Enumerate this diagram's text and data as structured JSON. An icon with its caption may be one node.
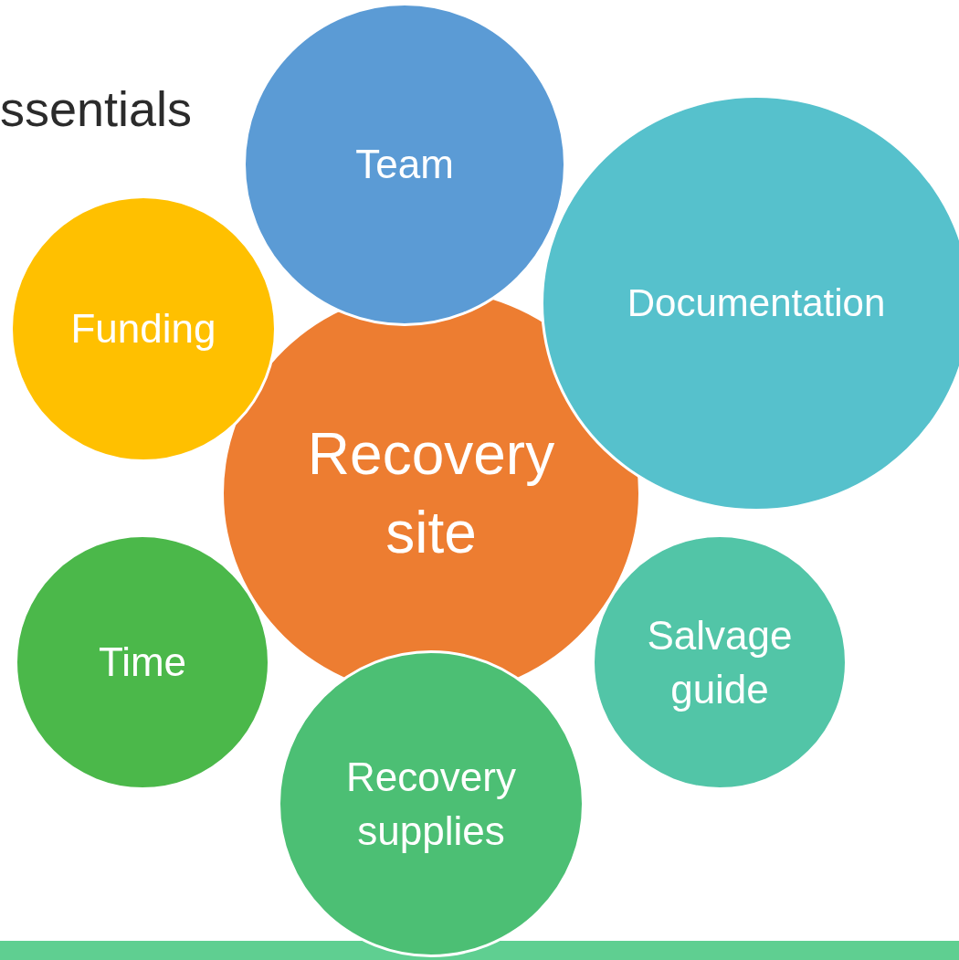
{
  "diagram": {
    "nodes": [
      {
        "text": [
          "Team"
        ]
      },
      {
        "text": [
          "Documentation"
        ]
      },
      {
        "text": [
          "Funding"
        ]
      },
      {
        "text": [
          "Recovery site"
        ]
      },
      {
        "text": [
          "Salvage guide"
        ]
      },
      {
        "text": [
          "Time"
        ]
      },
      {
        "text": [
          "Recovery supplies"
        ]
      }
    ],
    "edges": [],
    "labels": [
      "ssentials"
    ]
  }
}
